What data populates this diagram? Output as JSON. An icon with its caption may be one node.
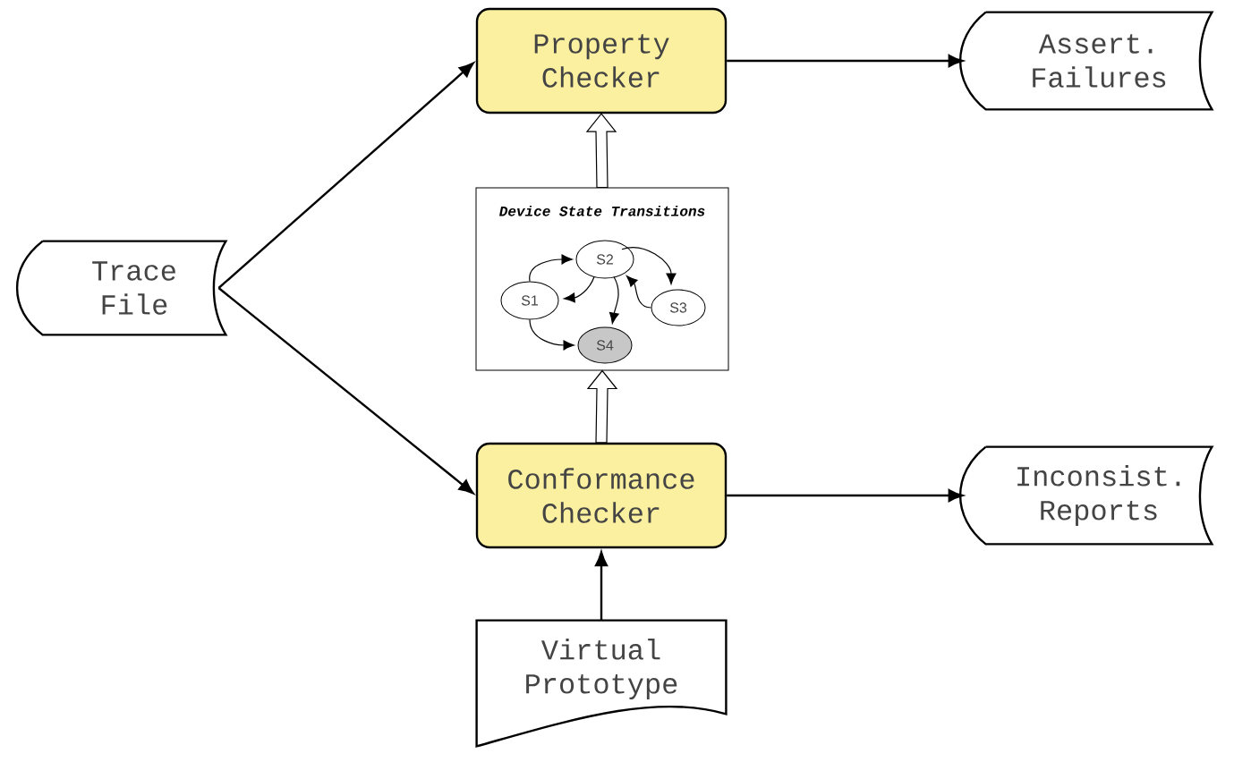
{
  "diagram": {
    "nodes": [
      {
        "text": [
          "Trace File"
        ]
      },
      {
        "text": [
          "Property Checker"
        ]
      },
      {
        "text": [
          "Assert. Failures"
        ]
      },
      {
        "text": [
          "Device State Transitions"
        ]
      },
      {
        "text": [
          "S1"
        ],
        "in": 3
      },
      {
        "text": [
          "S2"
        ],
        "in": 3
      },
      {
        "text": [
          "S3"
        ],
        "in": 3
      },
      {
        "text": [
          "S4"
        ],
        "in": 3
      },
      {
        "text": [
          "Conformance Checker"
        ]
      },
      {
        "text": [
          "Inconsist. Reports"
        ]
      },
      {
        "text": [
          "Virtual Prototype"
        ]
      }
    ],
    "edges": [
      {
        "from": 0,
        "to": 1,
        "arrow": "to"
      },
      {
        "from": 0,
        "to": 8,
        "arrow": "to"
      },
      {
        "from": 1,
        "to": 2,
        "arrow": "to"
      },
      {
        "from": 3,
        "to": 1,
        "arrow": "to",
        "style": "thick"
      },
      {
        "from": 4,
        "to": 5,
        "arrow": "to"
      },
      {
        "from": 5,
        "to": 4,
        "arrow": "to"
      },
      {
        "from": 5,
        "to": 6,
        "arrow": "to"
      },
      {
        "from": 6,
        "to": 5,
        "arrow": "to"
      },
      {
        "from": 5,
        "to": 7,
        "arrow": "to"
      },
      {
        "from": 4,
        "to": 7,
        "arrow": "to"
      },
      {
        "from": 8,
        "to": 3,
        "arrow": "to",
        "style": "thick"
      },
      {
        "from": 8,
        "to": 9,
        "arrow": "to"
      },
      {
        "from": 10,
        "to": 8,
        "arrow": "to"
      }
    ]
  }
}
